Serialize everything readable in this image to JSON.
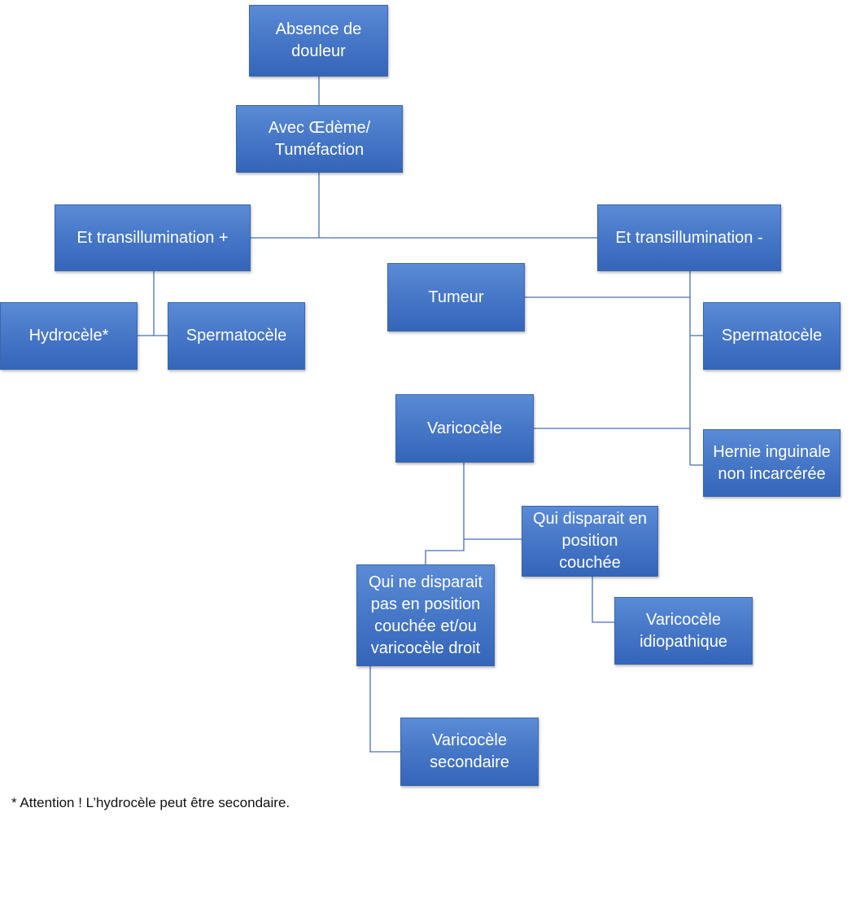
{
  "nodes": {
    "absence": "Absence de\ndouleur",
    "oedeme": "Avec Œdème/\nTuméfaction",
    "trans_plus": "Et transillumination +",
    "trans_minus": "Et transillumination -",
    "tumeur": "Tumeur",
    "hydrocele": "Hydrocèle*",
    "spermatocele_left": "Spermatocèle",
    "spermatocele_right": "Spermatocèle",
    "varicocele": "Varicocèle",
    "hernie": "Hernie inguinale\nnon incarcérée",
    "disparait": "Qui disparait en\nposition\ncouchée",
    "ne_disparait": "Qui ne disparait\npas en position\ncouchée et/ou\nvaricocèle droit",
    "idiopathique": "Varicocèle\nidiopathique",
    "secondaire": "Varicocèle\nsecondaire"
  },
  "footnote": "* Attention ! L’hydrocèle peut être secondaire.",
  "colors": {
    "node_fill": "#4475c6",
    "connector": "#4a6fb0",
    "text": "#ffffff"
  }
}
